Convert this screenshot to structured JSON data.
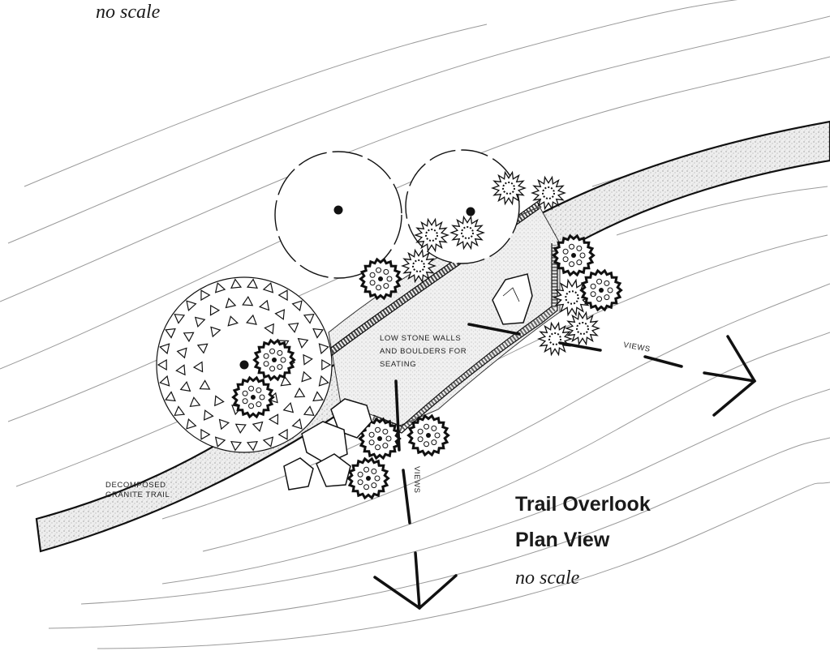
{
  "header": {
    "top_note": "no scale"
  },
  "plan": {
    "title_line1": "Trail Overlook",
    "title_line2": "Plan View",
    "scale_note": "no scale"
  },
  "annotations": {
    "walls_line1": "LOW STONE WALLS",
    "walls_line2": "AND BOULDERS FOR",
    "walls_line3": "SEATING",
    "trail_line1": "DECOMPOSED",
    "trail_line2": "GRANITE TRAIL",
    "views_east": "VIEWS",
    "views_south": "VIEWS"
  },
  "colors": {
    "ink": "#111111",
    "contour": "#9a9a9a",
    "trail_fill": "#d9d9d9",
    "plaza_fill": "#e6e6e6"
  }
}
